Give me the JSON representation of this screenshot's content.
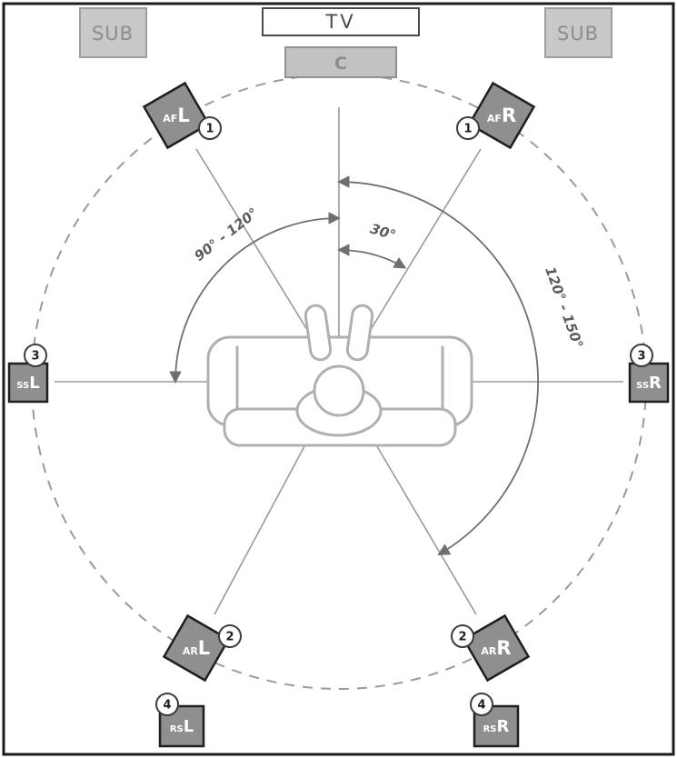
{
  "diagram": {
    "tv_label": "TV",
    "center_speaker_label": "C",
    "sub_left_label": "SUB",
    "sub_right_label": "SUB",
    "speakers": {
      "afl": {
        "prefix": "AF",
        "suffix": "L",
        "badge": "1"
      },
      "afr": {
        "prefix": "AF",
        "suffix": "R",
        "badge": "1"
      },
      "ssl": {
        "prefix": "SS",
        "suffix": "L",
        "badge": "3"
      },
      "ssr": {
        "prefix": "SS",
        "suffix": "R",
        "badge": "3"
      },
      "arl": {
        "prefix": "AR",
        "suffix": "L",
        "badge": "2"
      },
      "arr": {
        "prefix": "AR",
        "suffix": "R",
        "badge": "2"
      },
      "rsl": {
        "prefix": "RS",
        "suffix": "L",
        "badge": "4"
      },
      "rsr": {
        "prefix": "RS",
        "suffix": "R",
        "badge": "4"
      }
    },
    "angle_labels": {
      "front": "30°",
      "side": "90° - 120°",
      "rear": "120° - 150°"
    },
    "colors": {
      "speaker_fill": "#8f8f8f",
      "speaker_stroke": "#1f1f1f",
      "sub_fill": "#c8c8c8",
      "sub_text": "#8d8d8d",
      "center_fill": "#c2c2c2",
      "line": "#9a9a9a",
      "arc": "#6f6f6f",
      "sofa_stroke": "#b0b0b0",
      "border": "#1c1c1c"
    }
  }
}
